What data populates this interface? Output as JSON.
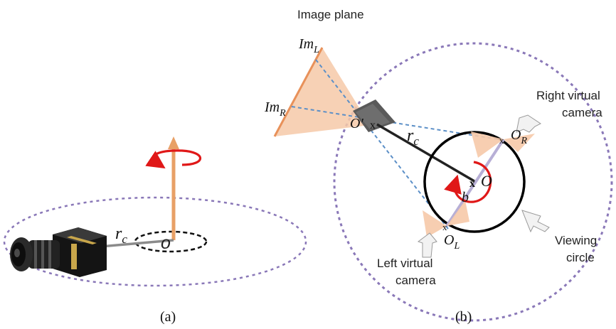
{
  "panel_a": {
    "caption": "(a)",
    "radius_symbol": "r",
    "radius_subscript": "c",
    "center_label": "o"
  },
  "panel_b": {
    "caption": "(b)",
    "image_plane_label": "Image plane",
    "im_l_label": "Im",
    "im_l_sub": "L",
    "im_r_label": "Im",
    "im_r_sub": "R",
    "o_prime_label": "O'",
    "radius_symbol": "r",
    "radius_subscript": "c",
    "center_label": "O",
    "baseline_label": "b",
    "o_r_label": "O",
    "o_r_sub": "R",
    "o_l_label": "O",
    "o_l_sub": "L",
    "right_camera_line1": "Right virtual",
    "right_camera_line2": "camera",
    "left_camera_line1": "Left virtual",
    "left_camera_line2": "camera",
    "viewing_circle_line1": "Viewing",
    "viewing_circle_line2": "circle"
  },
  "colors": {
    "dashed_orbit": "#8a78b8",
    "rotation_arrow": "#e01818",
    "axis_arrow": "#e8a066",
    "frustum": "#f6c9a8",
    "image_plane": "#e8915a",
    "projection_dash": "#5b8fc7",
    "callout_arrow": "#f0f0f0"
  }
}
